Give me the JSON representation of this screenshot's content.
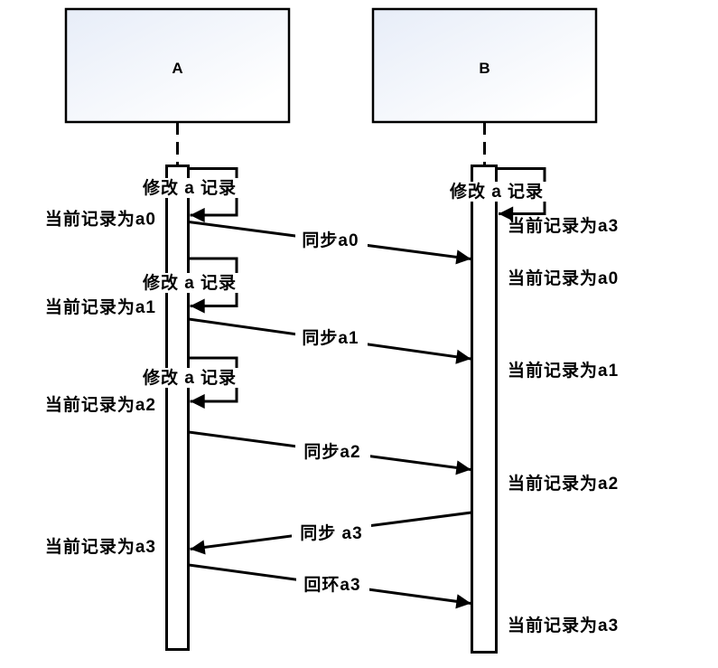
{
  "actors": [
    {
      "label": "A"
    },
    {
      "label": "B"
    }
  ],
  "self_messages": [
    {
      "actor": "A",
      "label": "修改 a 记录",
      "result_note": "当前记录为a0"
    },
    {
      "actor": "A",
      "label": "修改 a 记录",
      "result_note": "当前记录为a1"
    },
    {
      "actor": "A",
      "label": "修改 a 记录",
      "result_note": "当前记录为a2"
    },
    {
      "actor": "B",
      "label": "修改 a 记录",
      "result_note": "当前记录为a3"
    }
  ],
  "messages": [
    {
      "from": "A",
      "to": "B",
      "label": "同步a0",
      "result_note": "当前记录为a0"
    },
    {
      "from": "A",
      "to": "B",
      "label": "同步a1",
      "result_note": "当前记录为a1"
    },
    {
      "from": "A",
      "to": "B",
      "label": "同步a2",
      "result_note": "当前记录为a2"
    },
    {
      "from": "B",
      "to": "A",
      "label": "同步 a3",
      "result_note": "当前记录为a3"
    },
    {
      "from": "A",
      "to": "B",
      "label": "回环a3",
      "result_note": "当前记录为a3"
    }
  ],
  "colors": {
    "line": "#000000",
    "text": "#000000",
    "box_fill_start": "#e7edf8",
    "box_fill_end": "#ffffff",
    "background": "#ffffff"
  }
}
